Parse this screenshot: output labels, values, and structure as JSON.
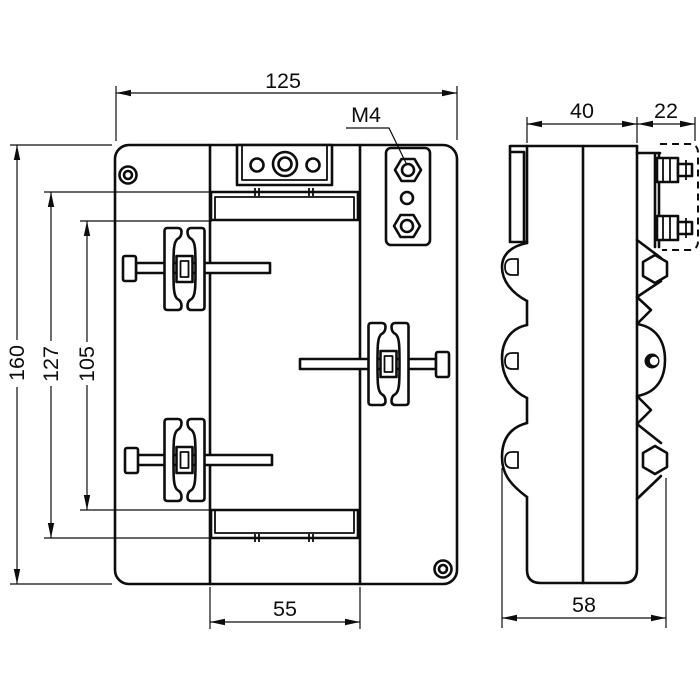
{
  "drawing": {
    "background": "#ffffff",
    "line_color": "#0d0d0d",
    "dimensions": {
      "overall_width": "125",
      "overall_height": "160",
      "bobbin_outer_height": "127",
      "window_height": "105",
      "window_width": "55",
      "terminal_thread": "M4",
      "body_depth": "40",
      "terminal_depth": "22",
      "overall_depth": "58"
    }
  }
}
